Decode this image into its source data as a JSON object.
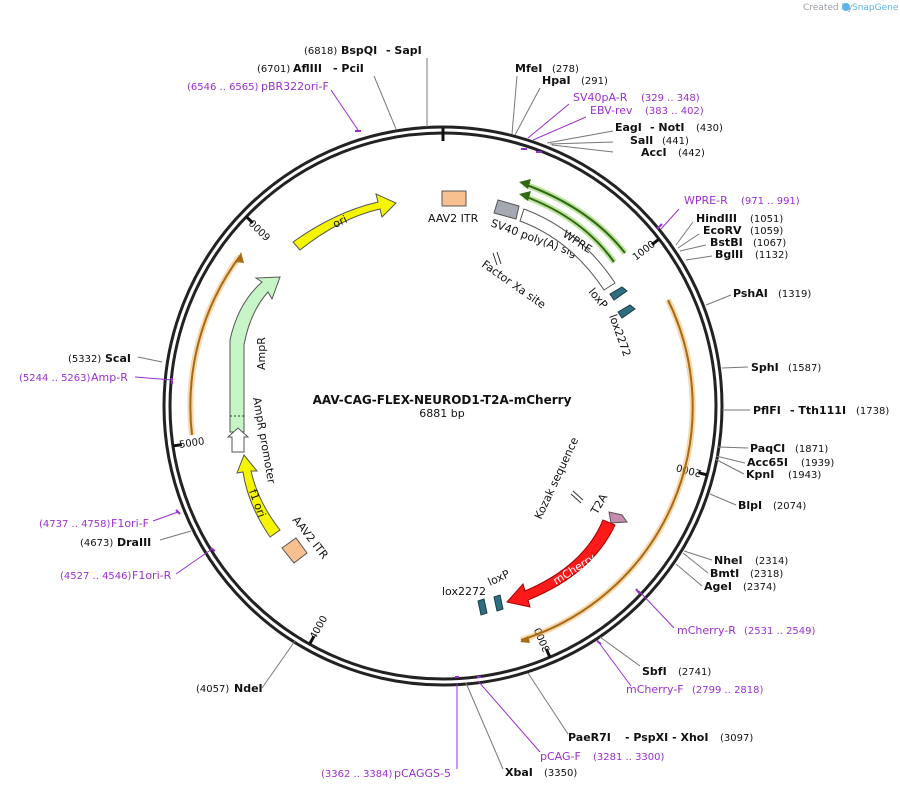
{
  "plasmid": {
    "name": "AAV-CAG-FLEX-NEUROD1-T2A-mCherry",
    "size_label": "6881 bp",
    "length": 6881
  },
  "credit": {
    "created_by": "Created by",
    "brand": "SnapGene"
  },
  "ticks": [
    "1000",
    "2000",
    "3000",
    "4000",
    "5000",
    "6000"
  ],
  "colors": {
    "backbone": "#222222",
    "primer": "#9a2fd0",
    "orange_arc": "#e8a84a",
    "ori": "#f5f500",
    "ampr": "#c8f5c8",
    "itr": "#f9c08f",
    "mcherry": "#ff1a1a",
    "t2a": "#c78bb0",
    "lox": "#2e6e80",
    "wpre_green": "#7ec843",
    "sv40": "#a5a9b2"
  },
  "sites": [
    {
      "name": "BspQI",
      "extra": "- SapI",
      "pos": "(6818)"
    },
    {
      "name": "AflIII",
      "extra": "- PciI",
      "pos": "(6701)"
    },
    {
      "name": "MfeI",
      "extra": "",
      "pos": "(278)"
    },
    {
      "name": "HpaI",
      "extra": "",
      "pos": "(291)"
    },
    {
      "name": "EagI",
      "extra": "- NotI",
      "pos": "(430)"
    },
    {
      "name": "SalI",
      "extra": "",
      "pos": "(441)"
    },
    {
      "name": "AccI",
      "extra": "",
      "pos": "(442)"
    },
    {
      "name": "HindIII",
      "extra": "",
      "pos": "(1051)"
    },
    {
      "name": "EcoRV",
      "extra": "",
      "pos": "(1059)"
    },
    {
      "name": "BstBI",
      "extra": "",
      "pos": "(1067)"
    },
    {
      "name": "BglII",
      "extra": "",
      "pos": "(1132)"
    },
    {
      "name": "PshAI",
      "extra": "",
      "pos": "(1319)"
    },
    {
      "name": "SphI",
      "extra": "",
      "pos": "(1587)"
    },
    {
      "name": "PflFI",
      "extra": "- Tth111I",
      "pos": "(1738)"
    },
    {
      "name": "PaqCI",
      "extra": "",
      "pos": "(1871)"
    },
    {
      "name": "Acc65I",
      "extra": "",
      "pos": "(1939)"
    },
    {
      "name": "KpnI",
      "extra": "",
      "pos": "(1943)"
    },
    {
      "name": "BlpI",
      "extra": "",
      "pos": "(2074)"
    },
    {
      "name": "NheI",
      "extra": "",
      "pos": "(2314)"
    },
    {
      "name": "BmtI",
      "extra": "",
      "pos": "(2318)"
    },
    {
      "name": "AgeI",
      "extra": "",
      "pos": "(2374)"
    },
    {
      "name": "SbfI",
      "extra": "",
      "pos": "(2741)"
    },
    {
      "name": "PaeR7I",
      "extra": "- PspXI - XhoI",
      "pos": "(3097)"
    },
    {
      "name": "XbaI",
      "extra": "",
      "pos": "(3350)"
    },
    {
      "name": "NdeI",
      "extra": "",
      "pos": "(4057)"
    },
    {
      "name": "DraIII",
      "extra": "",
      "pos": "(4673)"
    },
    {
      "name": "ScaI",
      "extra": "",
      "pos": "(5332)"
    }
  ],
  "primers": [
    {
      "name": "pBR322ori-F",
      "range": "(6546 .. 6565)"
    },
    {
      "name": "SV40pA-R",
      "range": "(329 .. 348)"
    },
    {
      "name": "EBV-rev",
      "range": "(383 .. 402)"
    },
    {
      "name": "WPRE-R",
      "range": "(971 .. 991)"
    },
    {
      "name": "mCherry-R",
      "range": "(2531 .. 2549)"
    },
    {
      "name": "mCherry-F",
      "range": "(2799 .. 2818)"
    },
    {
      "name": "pCAG-F",
      "range": "(3281 .. 3300)"
    },
    {
      "name": "pCAGGS-5",
      "range": "(3362 .. 3384)"
    },
    {
      "name": "F1ori-R",
      "range": "(4527 .. 4546)"
    },
    {
      "name": "F1ori-F",
      "range": "(4737 .. 4758)"
    },
    {
      "name": "Amp-R",
      "range": "(5244 .. 5263)"
    }
  ],
  "features": {
    "ori": "ori",
    "itr_top": "AAV2 ITR",
    "sv40": "SV40 poly(A) signal",
    "wpre": "WPRE",
    "factor_xa": "Factor Xa site",
    "loxp_top": "loxP",
    "lox2272_top": "lox2272",
    "ampr": "AmpR",
    "ampr_promoter": "AmpR promoter",
    "f1_ori": "f1 ori",
    "itr_bottom": "AAV2 ITR",
    "kozak": "Kozak sequence",
    "t2a": "T2A",
    "mcherry": "mCherry",
    "lox2272_bottom": "lox2272",
    "loxp_bottom": "loxP"
  }
}
